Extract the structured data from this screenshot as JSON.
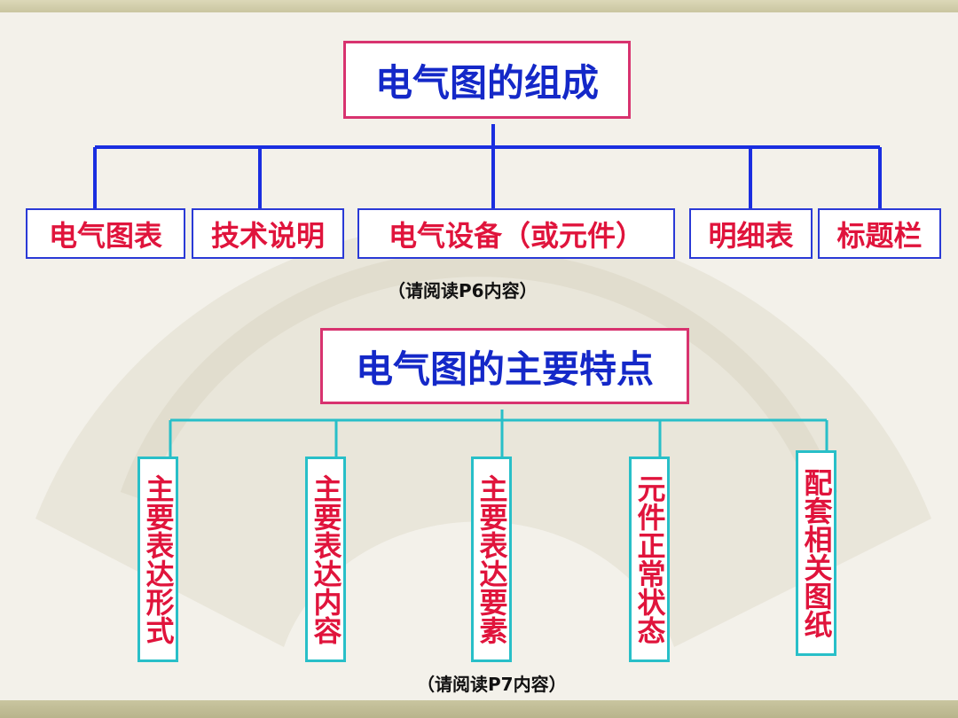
{
  "composition": {
    "title": "电气图的组成",
    "items": [
      "电气图表",
      "技术说明",
      "电气设备（或元件）",
      "明细表",
      "标题栏"
    ],
    "note": "（请阅读P6内容）"
  },
  "features": {
    "title": "电气图的主要特点",
    "items": [
      "主要表达形式",
      "主要表达内容",
      "主要表达要素",
      "元件正常状态",
      "配套相关图纸"
    ],
    "note": "（请阅读P7内容）"
  },
  "colors": {
    "title_text": "#1428c8",
    "title_border": "#d8336f",
    "item_text": "#e0143c",
    "composition_lines": "#1a2ee0",
    "feature_lines": "#28bfc8"
  }
}
